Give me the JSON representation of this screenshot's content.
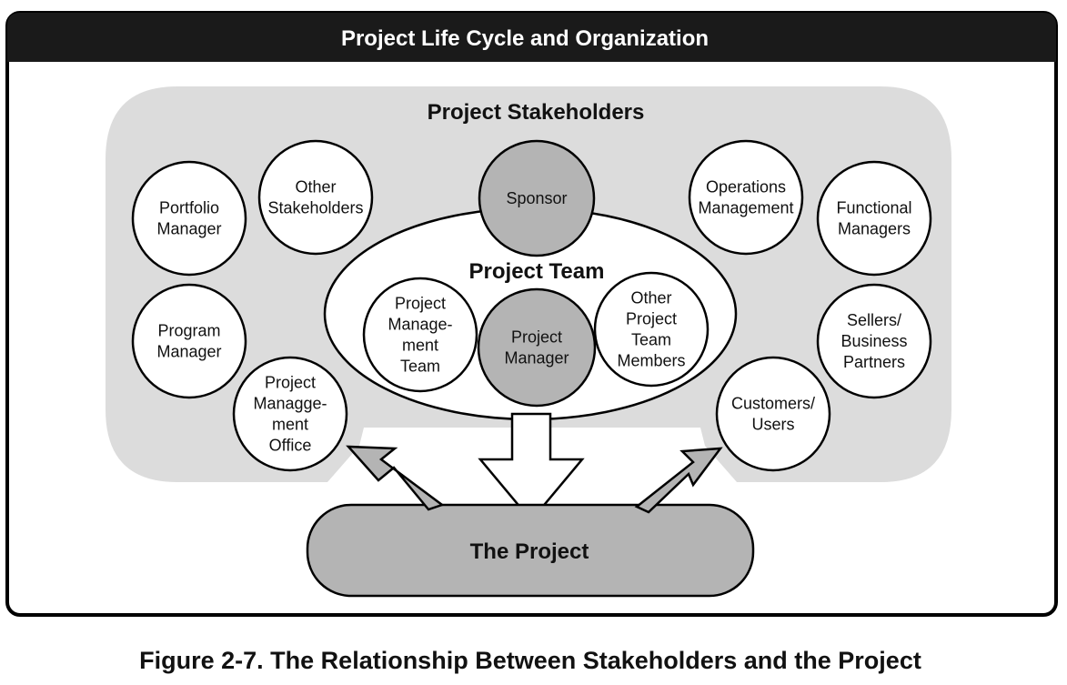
{
  "title": "Project Life Cycle and Organization",
  "stakeholders_label": "Project Stakeholders",
  "team_label": "Project Team",
  "project_label": "The Project",
  "caption": "Figure 2-7. The Relationship Between Stakeholders and the Project",
  "nodes": {
    "sponsor": [
      "Sponsor"
    ],
    "portfolio_manager": [
      "Portfolio",
      "Manager"
    ],
    "other_stakeholders": [
      "Other",
      "Stakeholders"
    ],
    "program_manager": [
      "Program",
      "Manager"
    ],
    "pmo": [
      "Project",
      "Managge-",
      "ment",
      "Office"
    ],
    "operations_management": [
      "Operations",
      "Management"
    ],
    "functional_managers": [
      "Functional",
      "Managers"
    ],
    "sellers": [
      "Sellers/",
      "Business",
      "Partners"
    ],
    "customers": [
      "Customers/",
      "Users"
    ],
    "pm_team": [
      "Project",
      "Manage-",
      "ment",
      "Team"
    ],
    "project_manager": [
      "Project",
      "Manager"
    ],
    "other_team_members": [
      "Other",
      "Project",
      "Team",
      "Members"
    ]
  },
  "colors": {
    "frame": "#000000",
    "title_bar": "#1a1a1a",
    "region": "#dcdcdc",
    "gray_node": "#b4b4b4",
    "white_node": "#ffffff"
  }
}
